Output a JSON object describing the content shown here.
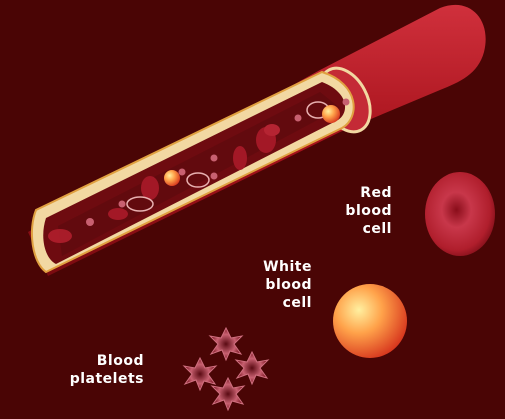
{
  "labels": {
    "red_blood_cell": "Red\nblood\ncell",
    "white_blood_cell": "White\nblood\ncell",
    "blood_platelets": "Blood\nplatelets"
  },
  "colors": {
    "background": "#4a0505",
    "vessel_wall": "#a8131c",
    "vessel_rim": "#f2d8a2",
    "vessel_inner": "#6e0b10",
    "red_cell": "#b31e2a",
    "white_cell": "#ff8a3d"
  }
}
